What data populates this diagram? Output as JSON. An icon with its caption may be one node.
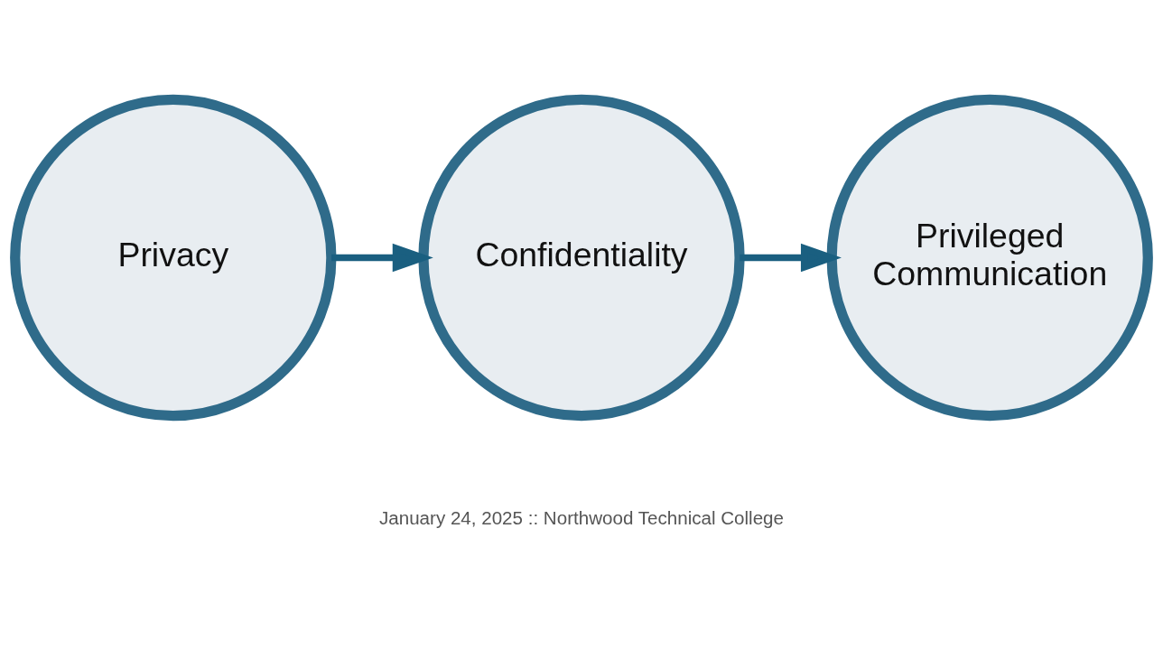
{
  "diagram": {
    "nodes": [
      {
        "text": [
          "Privacy"
        ]
      },
      {
        "text": [
          "Confidentiality"
        ]
      },
      {
        "text": [
          "Privileged Communication"
        ]
      }
    ],
    "edges": [
      {
        "from": 0,
        "to": 1,
        "arrow": "to"
      },
      {
        "from": 1,
        "to": 2,
        "arrow": "to"
      }
    ],
    "labels": [
      "January 24, 2025 :: Northwood Technical College"
    ]
  }
}
